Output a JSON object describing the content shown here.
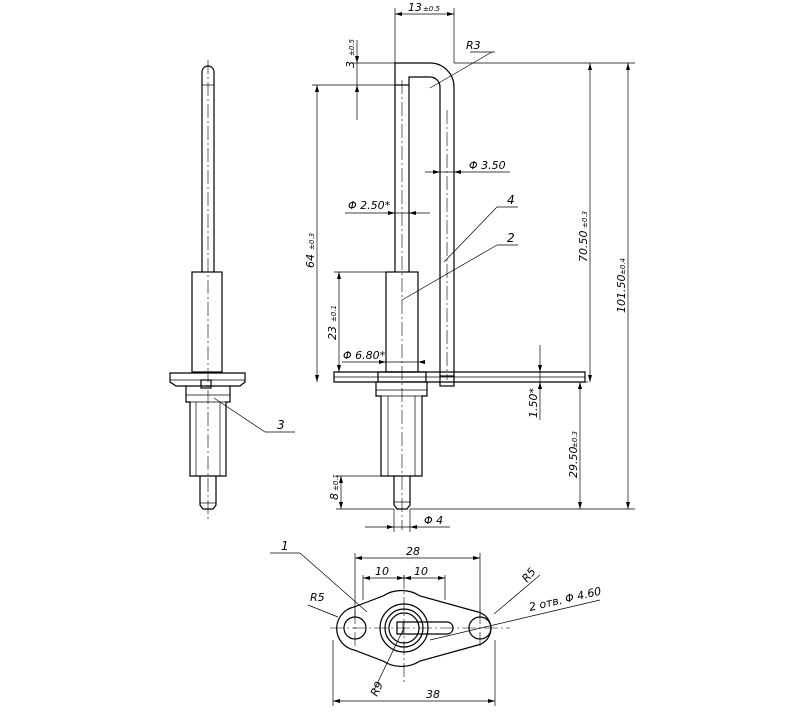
{
  "drawing": {
    "dims": {
      "w13": "13",
      "w13_tol": "±0.5",
      "r3": "R3",
      "d3": "3",
      "d3_tol": "±0.5",
      "dia350": "Φ 3.50",
      "dia250": "Φ 2.50*",
      "h64": "64",
      "h64_tol": "±0.3",
      "h7050": "70.50",
      "h7050_tol": "±0.3",
      "h10150": "101.50",
      "h10150_tol": "±0.4",
      "h23": "23",
      "h23_tol": "±0.1",
      "dia680": "Φ 6.80*",
      "t150": "1.50*",
      "h2950": "29.50",
      "h2950_tol": "±0.3",
      "h8": "8",
      "h8_tol": "±0.1",
      "dia4": "Φ 4",
      "w28": "28",
      "w10a": "10",
      "w10b": "10",
      "r5a": "R5",
      "r5b": "R5",
      "holes": "2 отв. Φ 4.60",
      "r9": "R9",
      "w38": "38"
    },
    "callouts": {
      "c1": "1",
      "c2": "2",
      "c3": "3",
      "c4": "4"
    }
  }
}
